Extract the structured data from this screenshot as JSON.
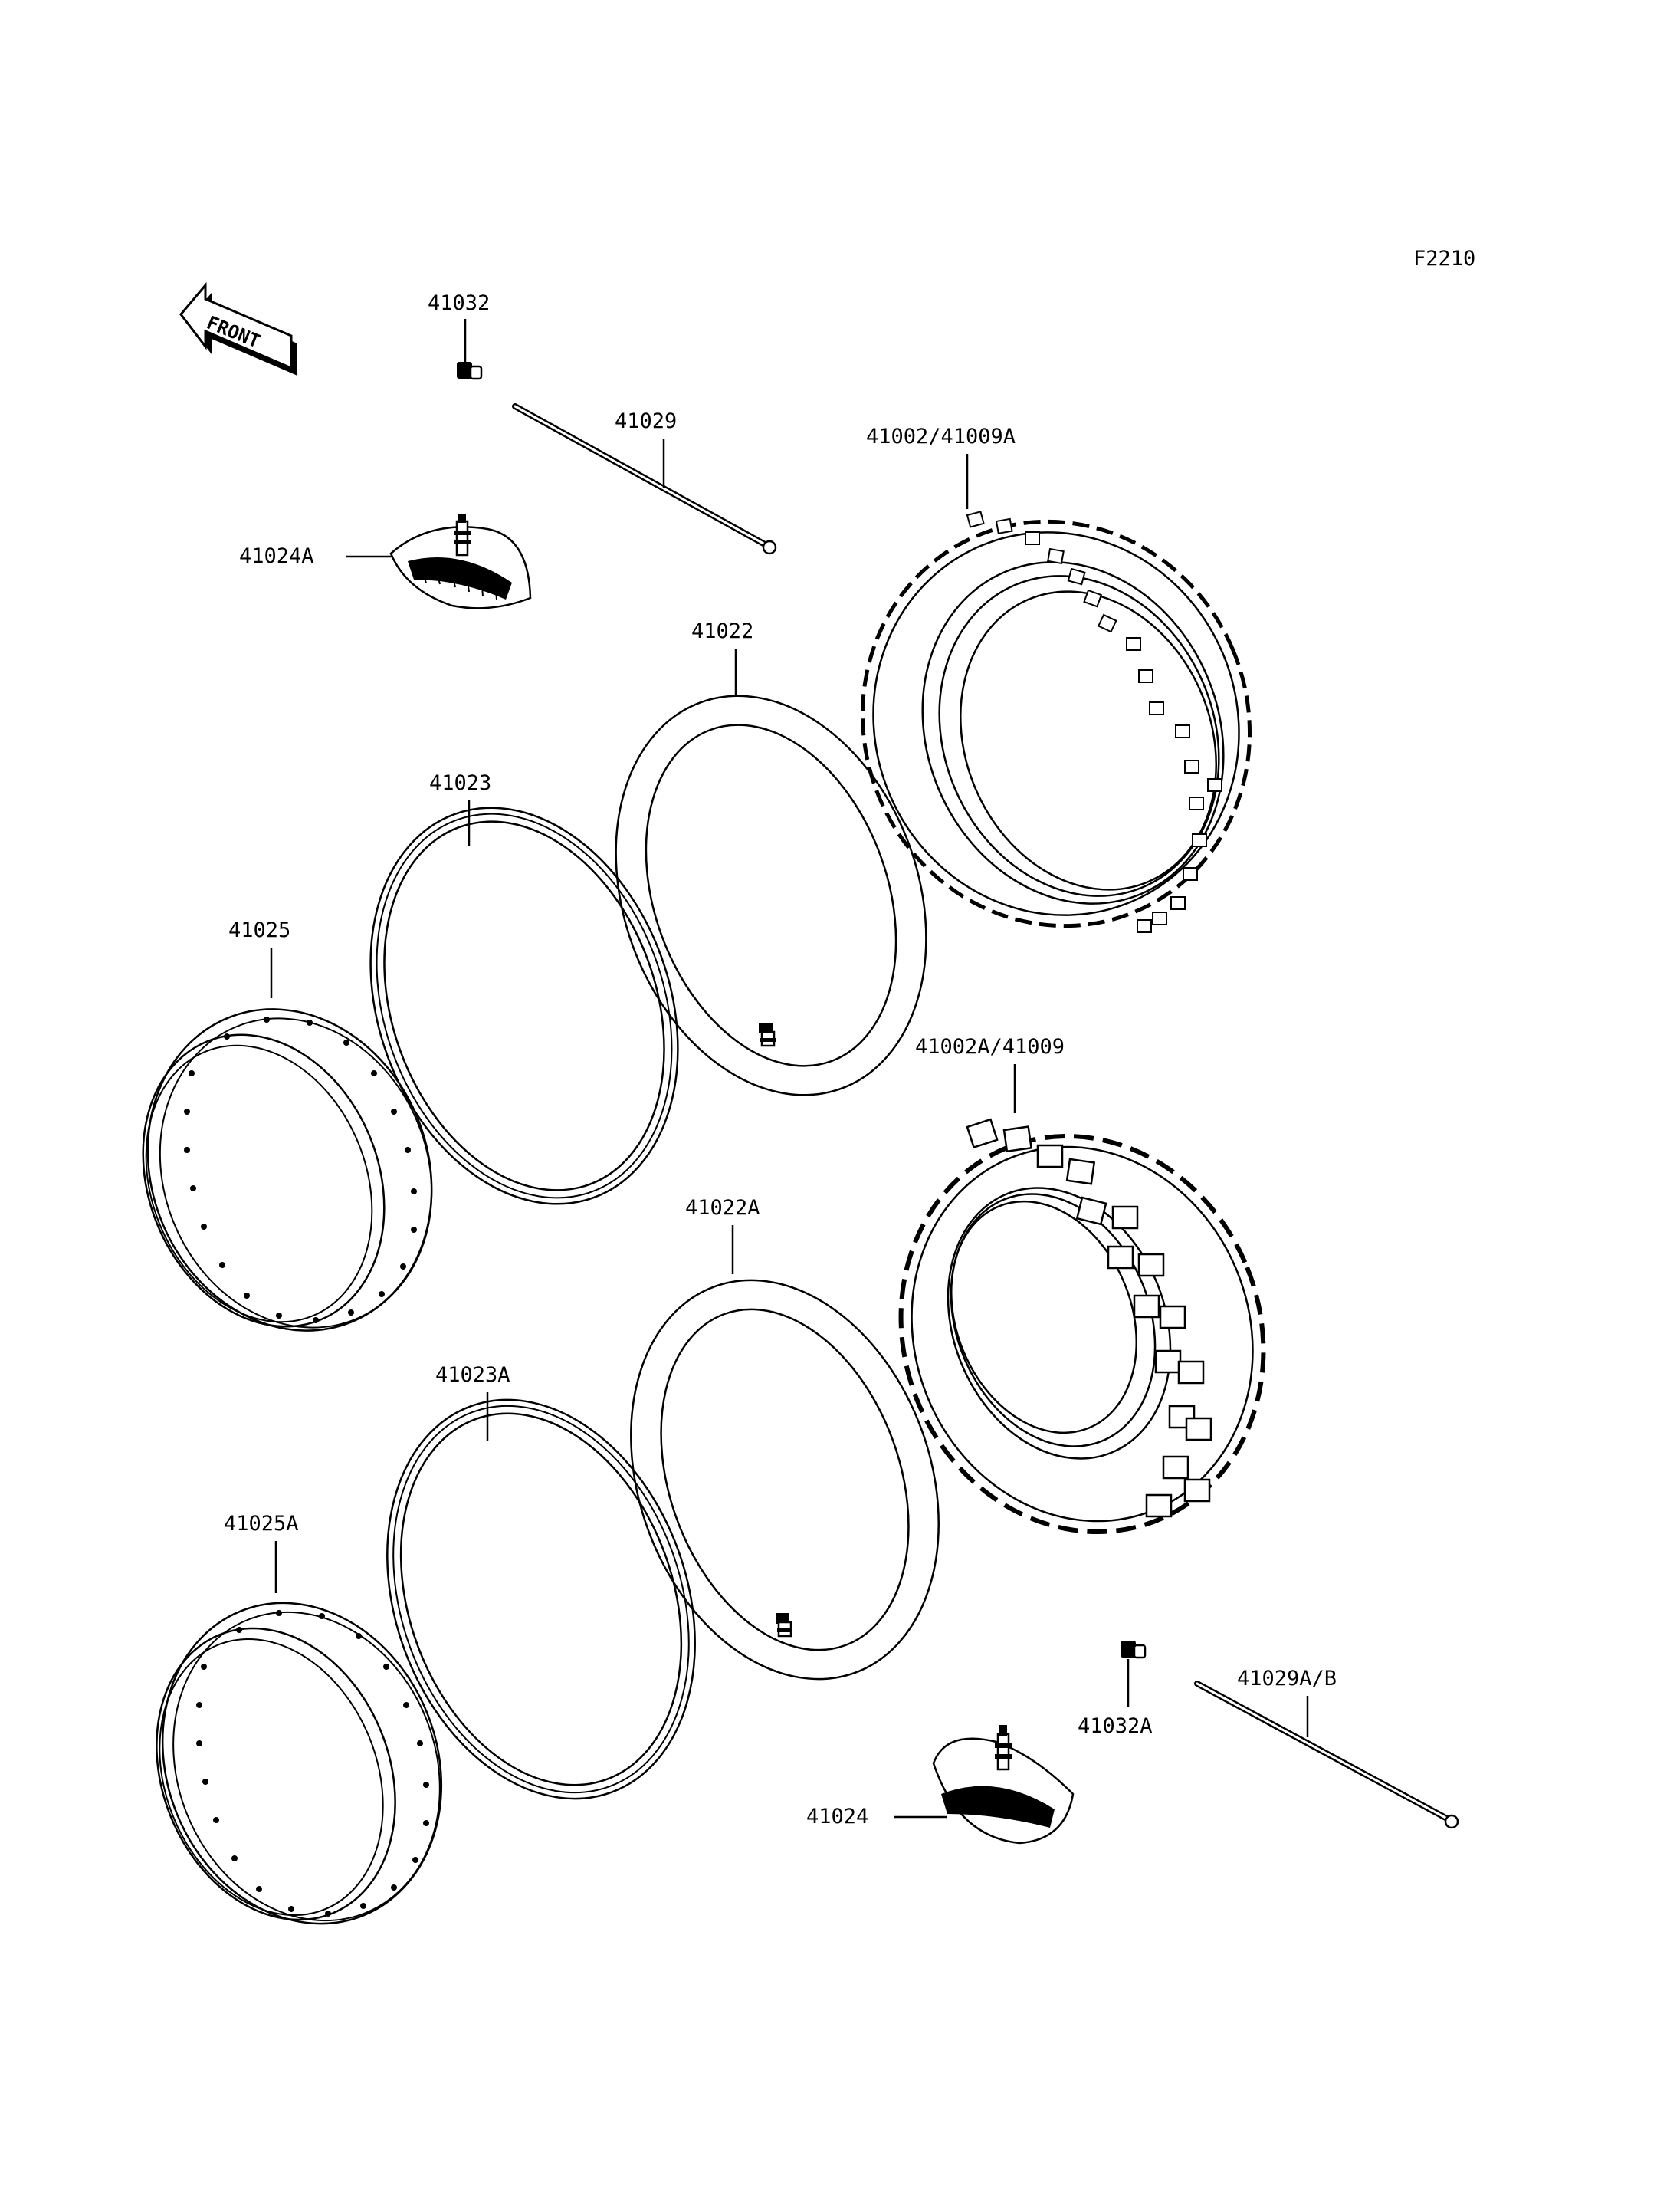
{
  "figure_code": "F2210",
  "front_arrow_label": "FRONT",
  "parts": {
    "p41032": "41032",
    "p41029": "41029",
    "p41024A": "41024A",
    "p41002_41009A": "41002/41009A",
    "p41022": "41022",
    "p41023": "41023",
    "p41025": "41025",
    "p41002A_41009": "41002A/41009",
    "p41022A": "41022A",
    "p41023A": "41023A",
    "p41025A": "41025A",
    "p41029AB": "41029A/B",
    "p41032A": "41032A",
    "p41024": "41024"
  }
}
